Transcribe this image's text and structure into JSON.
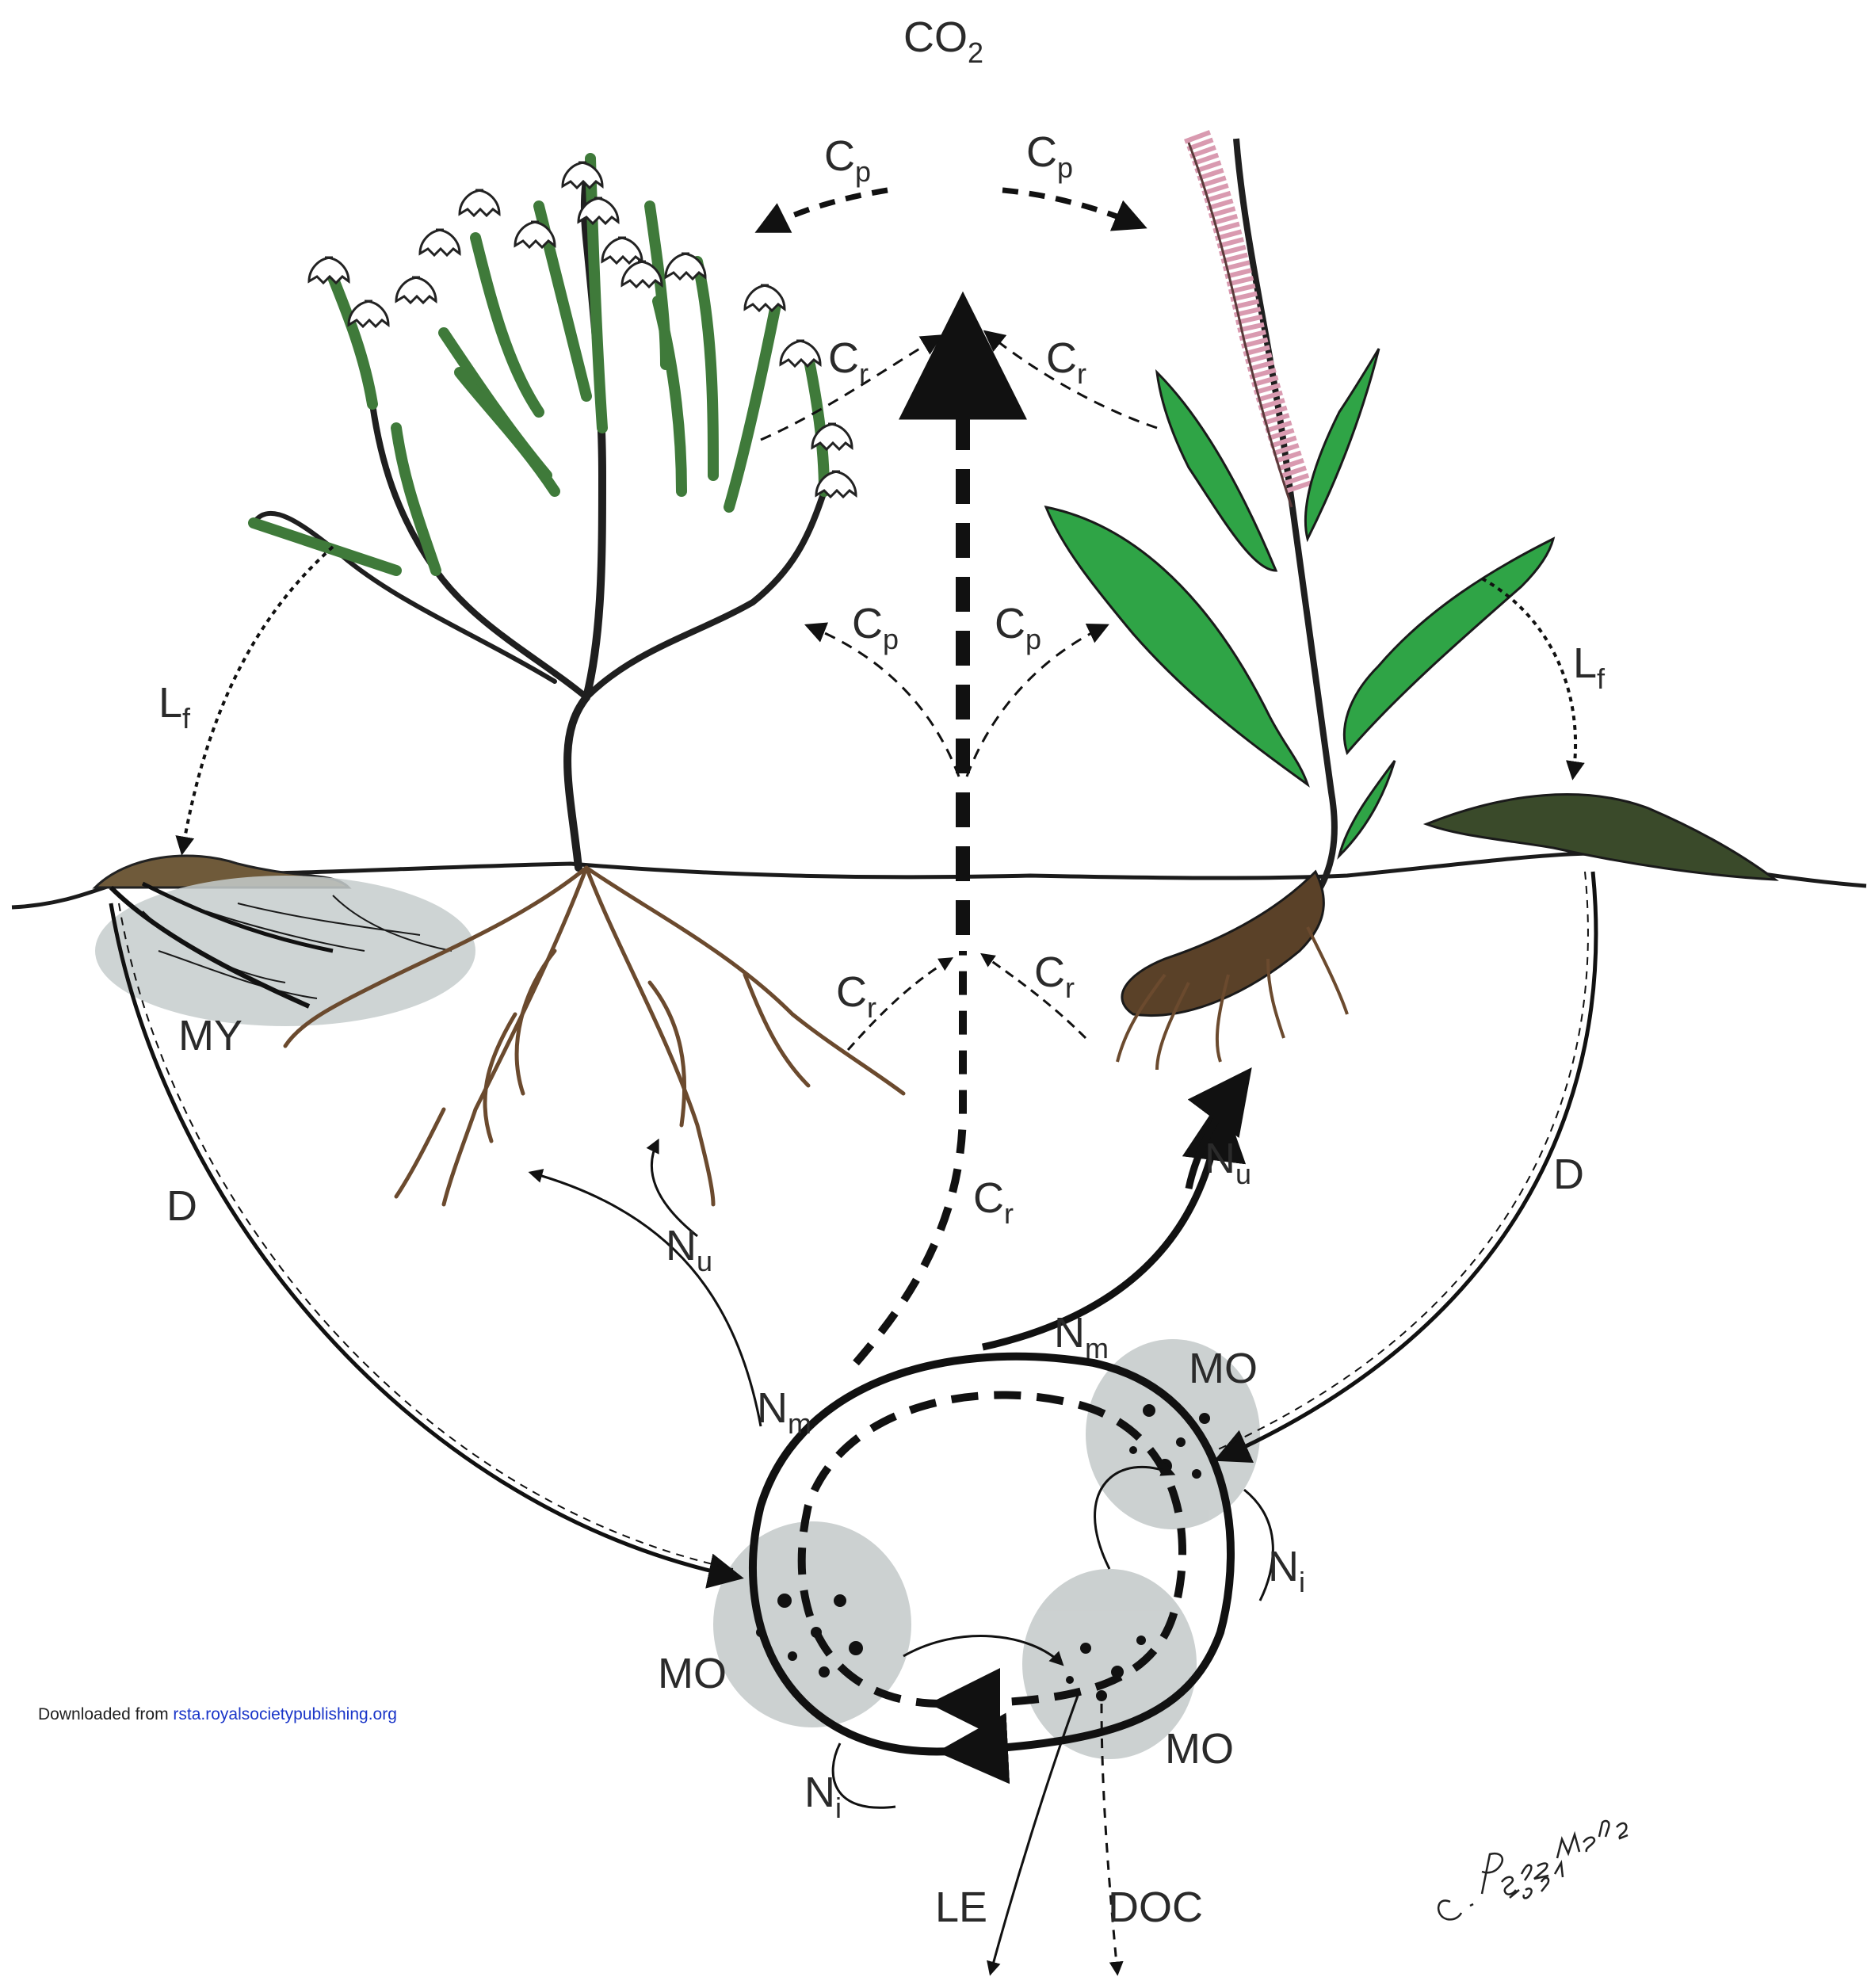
{
  "labels": {
    "co2": "CO",
    "co2_sub": "2",
    "cp_top_left": "C",
    "cp_top_left_sub": "p",
    "cp_top_right": "C",
    "cp_top_right_sub": "p",
    "cr_top_left": "C",
    "cr_top_left_sub": "r",
    "cr_top_right": "C",
    "cr_top_right_sub": "r",
    "cp_mid_left": "C",
    "cp_mid_left_sub": "p",
    "cp_mid_right": "C",
    "cp_mid_right_sub": "p",
    "lf_left": "L",
    "lf_left_sub": "f",
    "lf_right": "L",
    "lf_right_sub": "f",
    "cr_root_left": "C",
    "cr_root_left_sub": "r",
    "cr_root_right": "C",
    "cr_root_right_sub": "r",
    "my": "MY",
    "d_left": "D",
    "d_right": "D",
    "nu_left": "N",
    "nu_left_sub": "u",
    "nu_right": "N",
    "nu_right_sub": "u",
    "cr_center": "C",
    "cr_center_sub": "r",
    "nm_left": "N",
    "nm_left_sub": "m",
    "nm_right": "N",
    "nm_right_sub": "m",
    "mo_top_right": "MO",
    "ni_right": "N",
    "ni_right_sub": "i",
    "mo_left": "MO",
    "mo_bottom_right": "MO",
    "ni_bottom": "N",
    "ni_bottom_sub": "i",
    "le": "LE",
    "doc": "DOC"
  },
  "signature": "C. Perez Mena 1994",
  "footer": {
    "prefix": "Downloaded from ",
    "link": "rsta.royalsocietypublishing.org"
  },
  "colors": {
    "ink": "#111111",
    "leaf_green": "#2fa446",
    "shrub_green": "#3f7a3a",
    "root_brown": "#6b4a2e",
    "flower_pink": "#d99ab0",
    "microbe_gray": "#c6cccc"
  }
}
